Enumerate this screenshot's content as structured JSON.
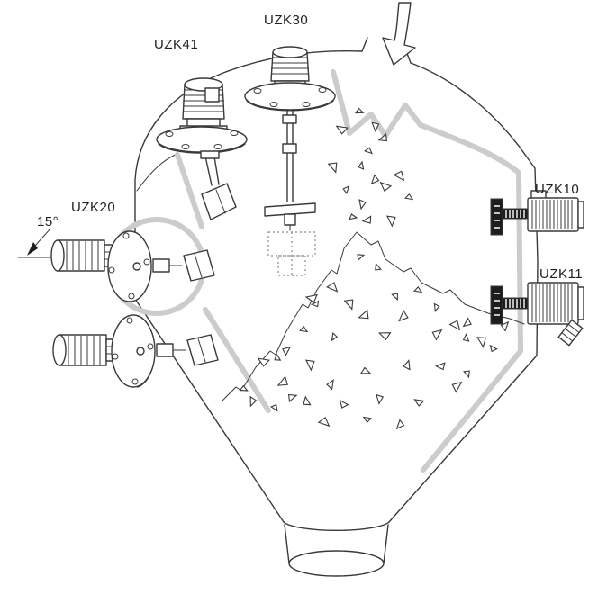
{
  "diagram": {
    "labels": {
      "uzk41": "UZK41",
      "uzk30": "UZK30",
      "uzk20": "UZK20",
      "uzk10": "UZK10",
      "uzk11": "UZK11",
      "angle": "15°"
    },
    "colors": {
      "line": "#3a3a3a",
      "cutaway": "#cccccc",
      "dark": "#1d1d1d",
      "background": "#ffffff"
    }
  }
}
